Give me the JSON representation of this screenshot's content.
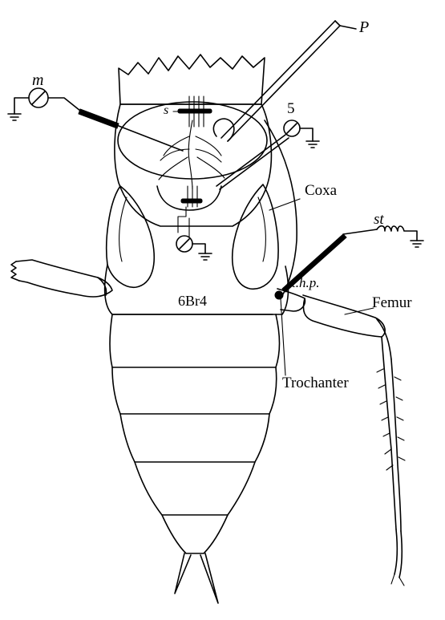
{
  "diagram": {
    "labels": {
      "m": "m",
      "P": "P",
      "s": "s",
      "five": "5",
      "coxa": "Coxa",
      "st": "st",
      "thp": "t.h.p.",
      "femur": "Femur",
      "trochanter": "Trochanter",
      "segment": "6Br4"
    },
    "colors": {
      "ink": "#000000",
      "paper": "#ffffff"
    }
  }
}
